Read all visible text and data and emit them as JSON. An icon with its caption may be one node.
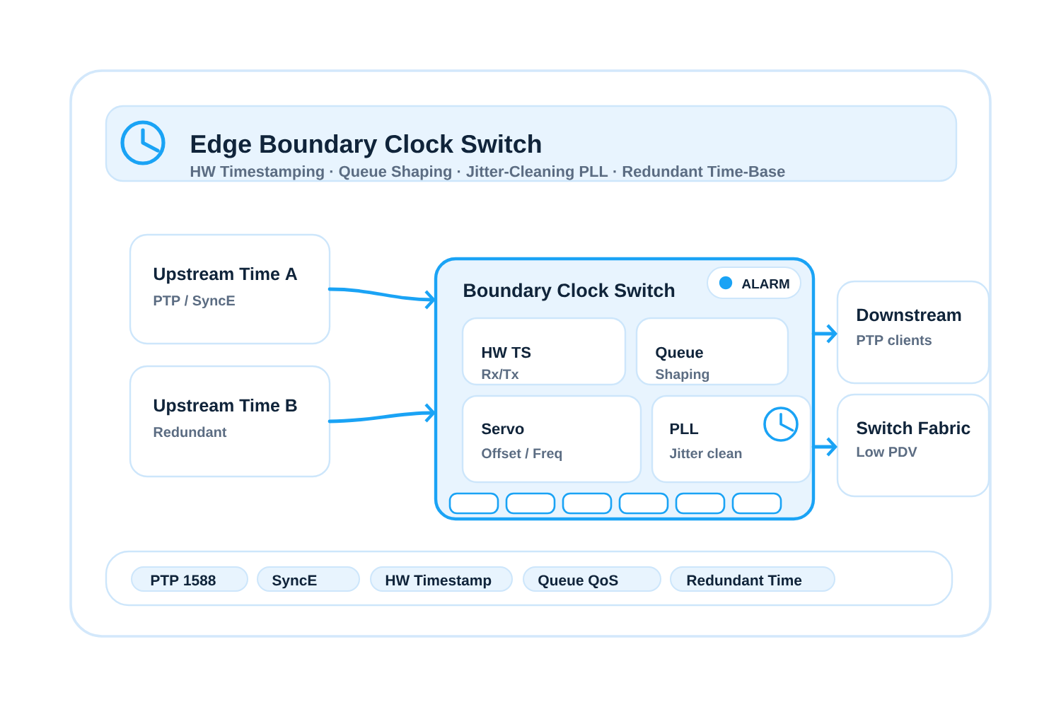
{
  "diagram": {
    "nodes": [
      {
        "text": [
          "Edge Boundary Clock Switch",
          "HW Timestamping · Queue Shaping · Jitter-Cleaning PLL · Redundant Time-Base"
        ]
      },
      {
        "text": [
          "Upstream Time A",
          "PTP / SyncE"
        ]
      },
      {
        "text": [
          "Upstream Time B",
          "Redundant"
        ]
      },
      {
        "text": [
          "Boundary Clock Switch"
        ]
      },
      {
        "text": [
          "ALARM"
        ],
        "in": 3
      },
      {
        "text": [
          "HW TS",
          "Rx/Tx"
        ],
        "in": 3
      },
      {
        "text": [
          "Queue",
          "Shaping"
        ],
        "in": 3
      },
      {
        "text": [
          "Servo",
          "Offset / Freq"
        ],
        "in": 3
      },
      {
        "text": [
          "PLL",
          "Jitter clean"
        ],
        "in": 3
      },
      {
        "text": [
          "Downstream",
          "PTP clients"
        ]
      },
      {
        "text": [
          "Switch Fabric",
          "Low PDV"
        ]
      },
      {
        "text": [],
        "shape": "box"
      },
      {
        "text": [
          "PTP 1588"
        ],
        "in": 11
      },
      {
        "text": [
          "SyncE"
        ],
        "in": 11
      },
      {
        "text": [
          "HW Timestamp"
        ],
        "in": 11
      },
      {
        "text": [
          "Queue QoS"
        ],
        "in": 11
      },
      {
        "text": [
          "Redundant Time"
        ],
        "in": 11
      }
    ],
    "edges": [
      {
        "from": 1,
        "to": 3,
        "arrow": "to"
      },
      {
        "from": 2,
        "to": 3,
        "arrow": "to"
      },
      {
        "from": 3,
        "to": 9,
        "arrow": "to"
      },
      {
        "from": 3,
        "to": 10,
        "arrow": "to"
      }
    ]
  }
}
